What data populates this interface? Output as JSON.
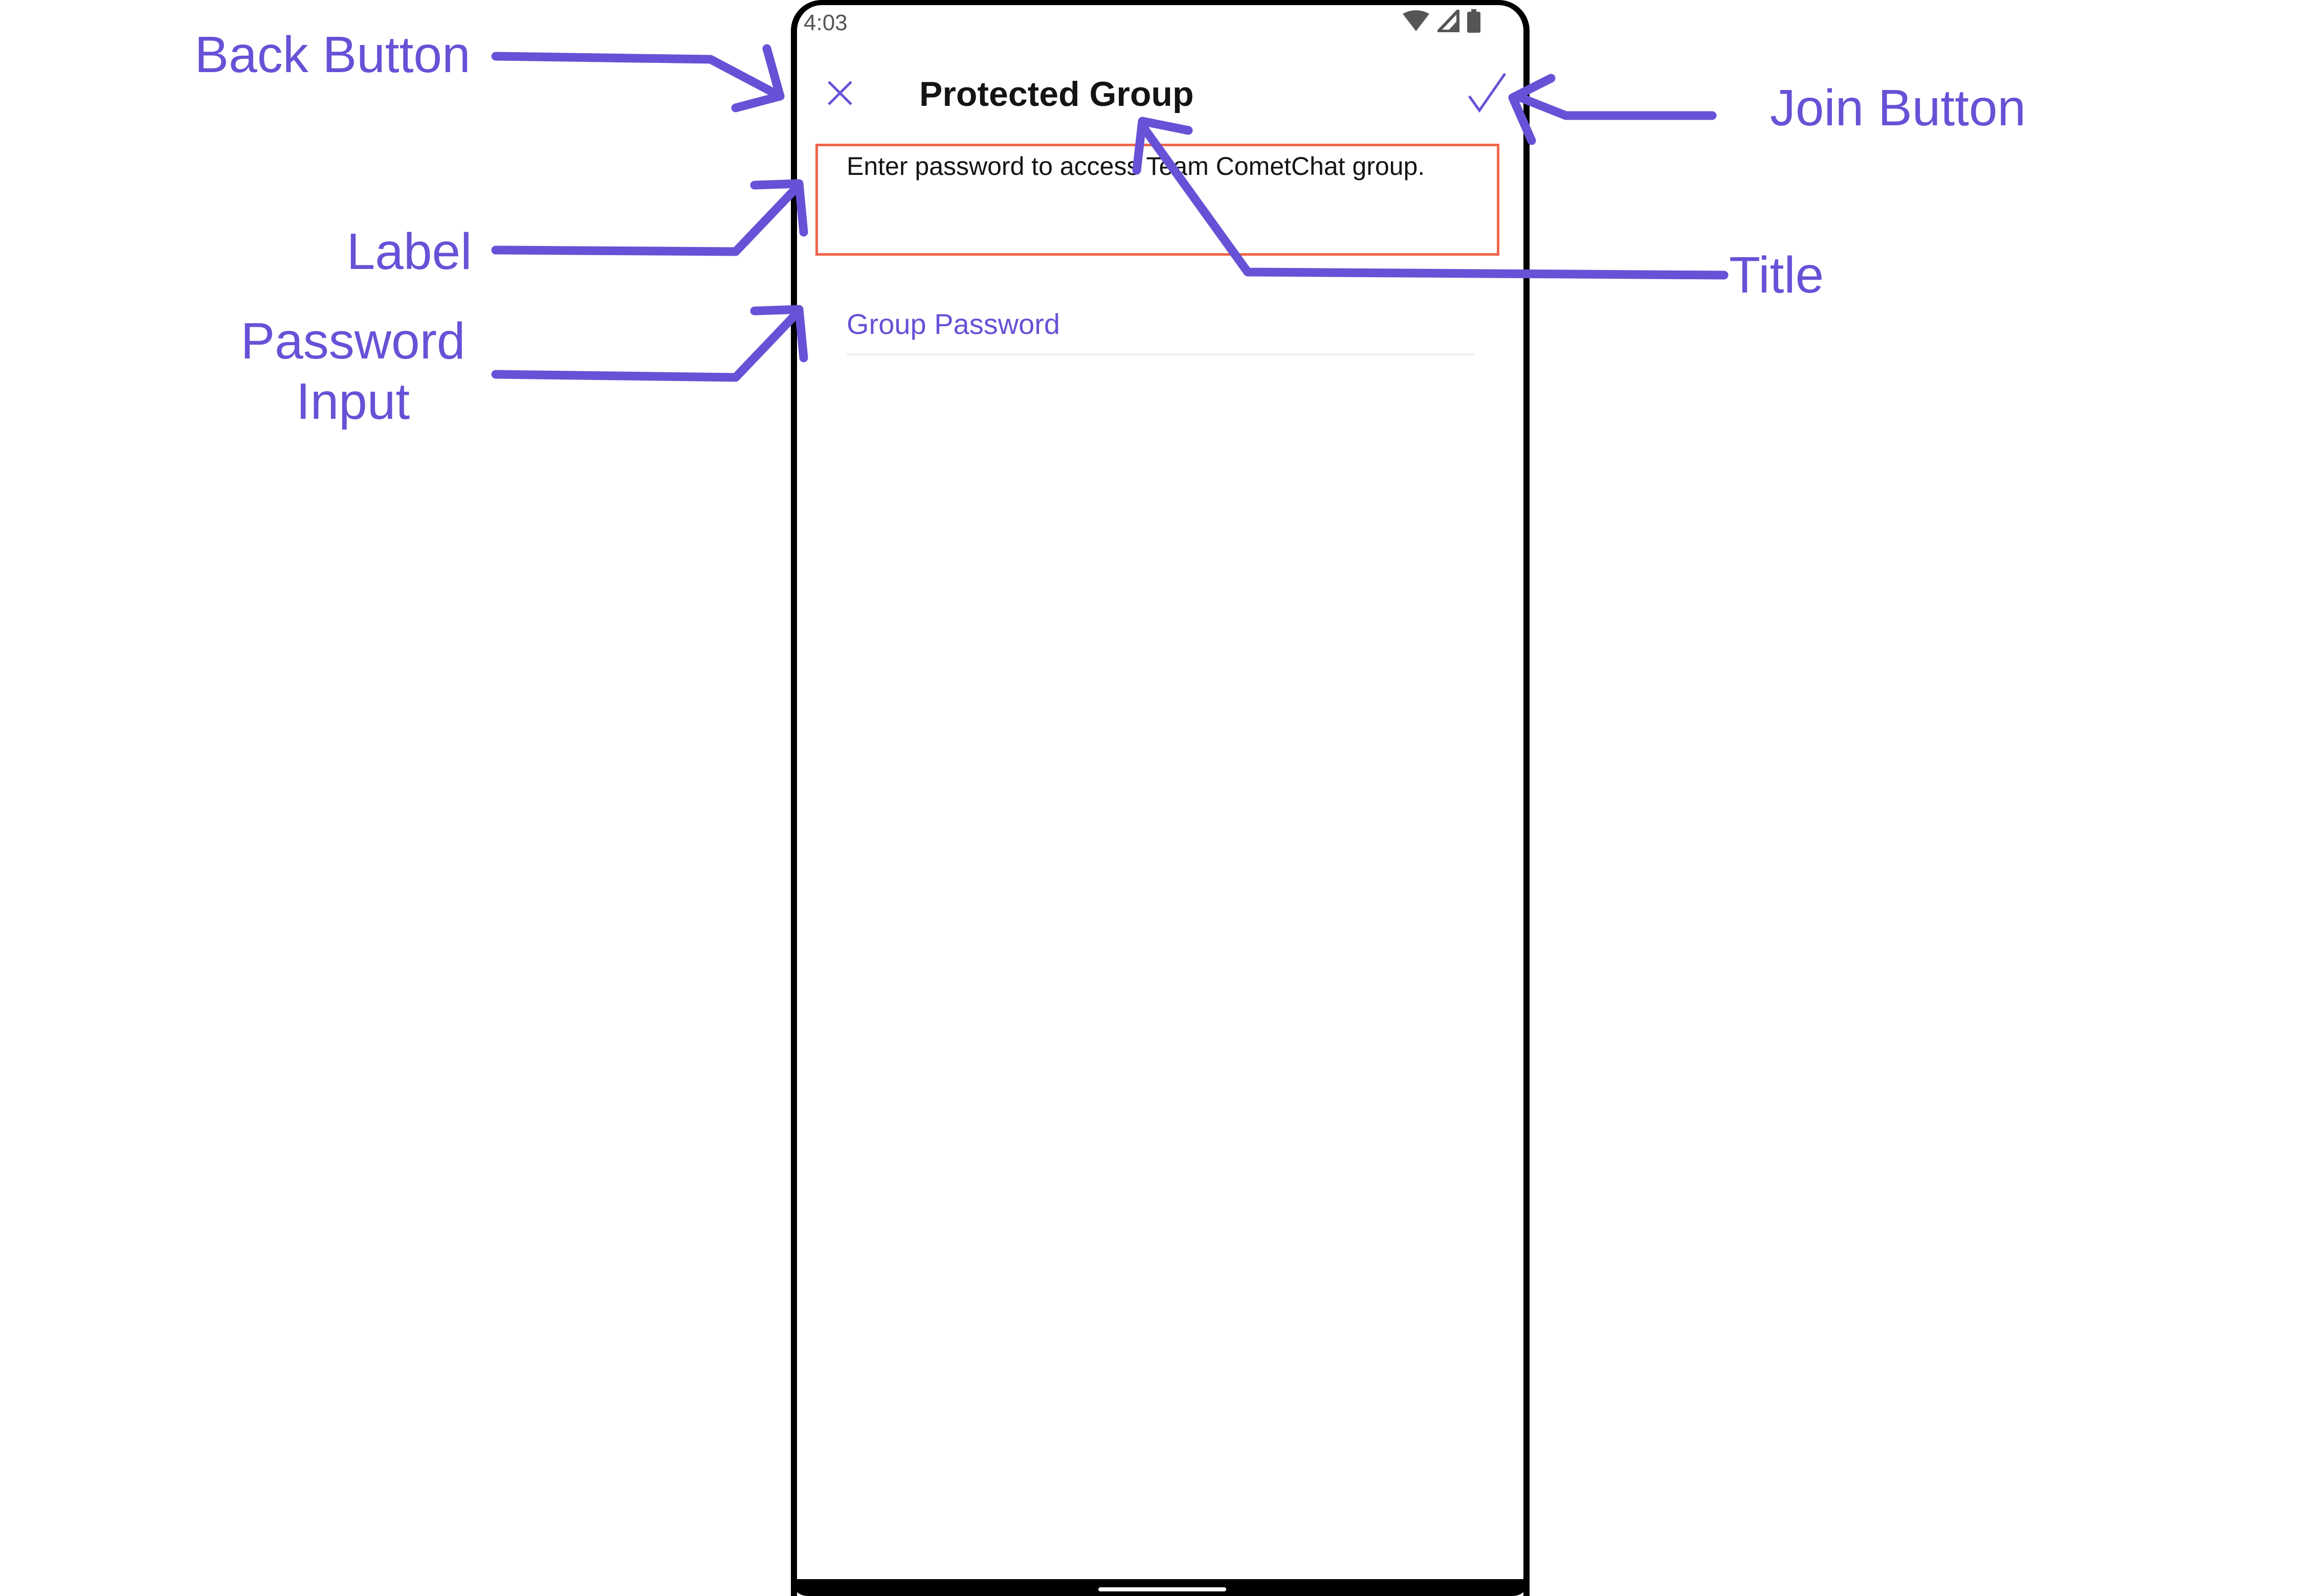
{
  "status_bar": {
    "time": "4:03",
    "icons": [
      "wifi-icon",
      "signal-icon",
      "battery-icon"
    ]
  },
  "header": {
    "title": "Protected Group",
    "back_icon": "close-icon",
    "join_icon": "check-icon"
  },
  "label": {
    "text": "Enter password to access Team CometChat group."
  },
  "password_input": {
    "placeholder": "Group Password",
    "value": ""
  },
  "annotations": {
    "back_button": "Back Button",
    "label": "Label",
    "password_input": "Password Input",
    "join_button": "Join Button",
    "title": "Title"
  },
  "colors": {
    "accent": "#6851d6",
    "highlight_box": "#f0654a",
    "annotation": "#6851d6"
  }
}
